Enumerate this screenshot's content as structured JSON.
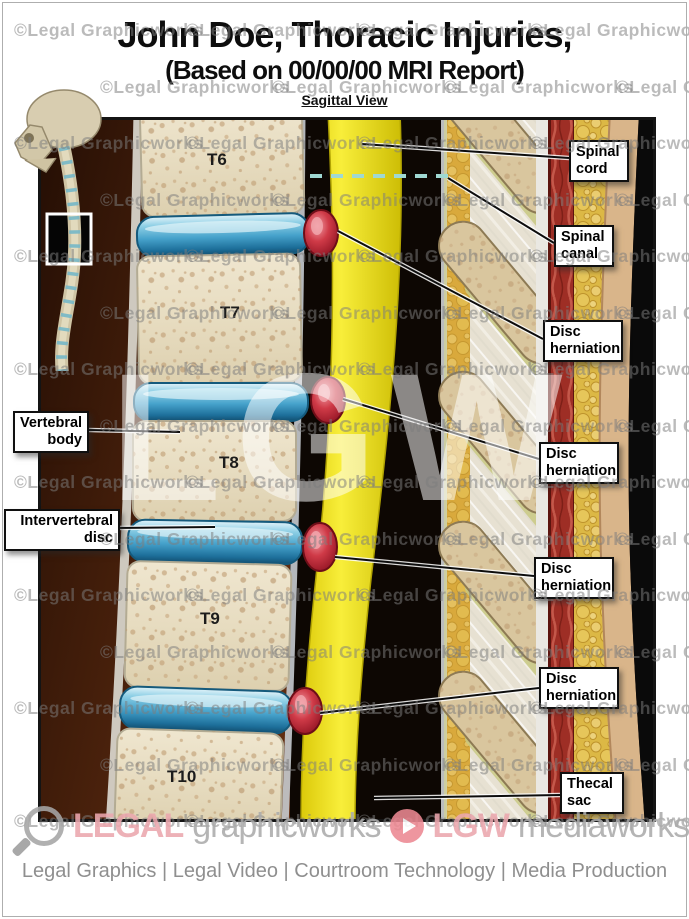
{
  "header": {
    "title": "John Doe, Thoracic Injuries,",
    "subtitle": "(Based on 00/00/00 MRI Report)",
    "view_label": "Sagittal View"
  },
  "vertebrae": {
    "labels": [
      "T6",
      "T7",
      "T8",
      "T9",
      "T10"
    ]
  },
  "annotations": {
    "spinal_cord": "Spinal cord",
    "spinal_canal": "Spinal canal",
    "disc_herniation": "Disc herniation",
    "vertebral_body": "Vertebral body",
    "intervertebral_disc": "Intervertebral disc",
    "thecal_sac": "Thecal sac"
  },
  "watermark": {
    "copyright": "©Legal Graphicworks",
    "monogram": "LGW"
  },
  "footer": {
    "brand1": {
      "accent": "LEGAL",
      "rest": "graphicworks",
      "icon": "magnifier-icon"
    },
    "brand2": {
      "accent": "LGW",
      "rest": "mediaworks",
      "icon": "play-icon"
    },
    "tagline": "Legal Graphics | Legal Video | Courtroom Technology | Media Production"
  },
  "colors": {
    "brand_pink": "#eba7ae",
    "logo_gray": "#ababab",
    "herniation_red": "#c0303a",
    "disc_blue": "#47a3cc",
    "cord_yellow": "#f2e318",
    "canal_black": "#0d0703",
    "background_brown": "#5c2b12",
    "label_border": "#101010",
    "watermark_gray": "#bdbdbd"
  }
}
